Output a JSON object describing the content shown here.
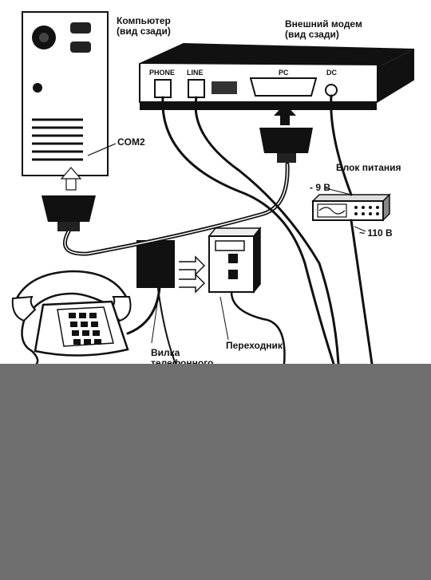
{
  "labels": {
    "computer": "Компьютер",
    "computer_view": "(вид сзади)",
    "modem": "Внешний модем",
    "modem_view": "(вид сзади)",
    "com2": "COM2",
    "power_supply": "Блок питания",
    "voltage_dc": "- 9 В",
    "voltage_ac": "~ 110 В",
    "adapter": "Переходник",
    "plug_line1": "Вилка",
    "plug_line2": "телефонного"
  },
  "ports": {
    "phone": "PHONE",
    "line": "LINE",
    "pc": "PC",
    "dc": "DC"
  },
  "colors": {
    "ink": "#111111",
    "paper": "#ffffff",
    "band": "#6e6e6e"
  }
}
